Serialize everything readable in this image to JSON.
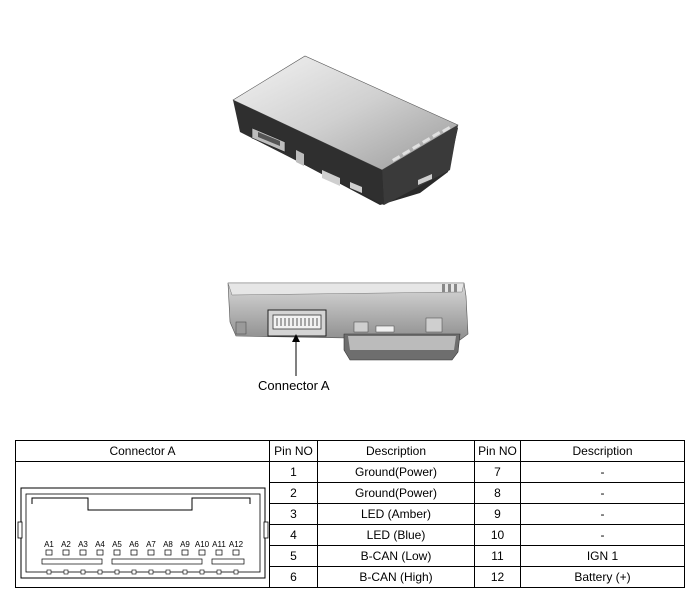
{
  "callout": {
    "label": "Connector A"
  },
  "table": {
    "headers": [
      "Connector A",
      "Pin NO",
      "Description",
      "Pin NO",
      "Description"
    ],
    "rows": [
      {
        "pin_a": "1",
        "desc_a": "Ground(Power)",
        "pin_b": "7",
        "desc_b": "-"
      },
      {
        "pin_a": "2",
        "desc_a": "Ground(Power)",
        "pin_b": "8",
        "desc_b": "-"
      },
      {
        "pin_a": "3",
        "desc_a": "LED (Amber)",
        "pin_b": "9",
        "desc_b": "-"
      },
      {
        "pin_a": "4",
        "desc_a": "LED (Blue)",
        "pin_b": "10",
        "desc_b": "-"
      },
      {
        "pin_a": "5",
        "desc_a": "B-CAN (Low)",
        "pin_b": "11",
        "desc_b": "IGN 1"
      },
      {
        "pin_a": "6",
        "desc_a": "B-CAN (High)",
        "pin_b": "12",
        "desc_b": "Battery (+)"
      }
    ]
  },
  "connector": {
    "pins": [
      "A1",
      "A2",
      "A3",
      "A4",
      "A5",
      "A6",
      "A7",
      "A8",
      "A9",
      "A10",
      "A11",
      "A12"
    ]
  }
}
